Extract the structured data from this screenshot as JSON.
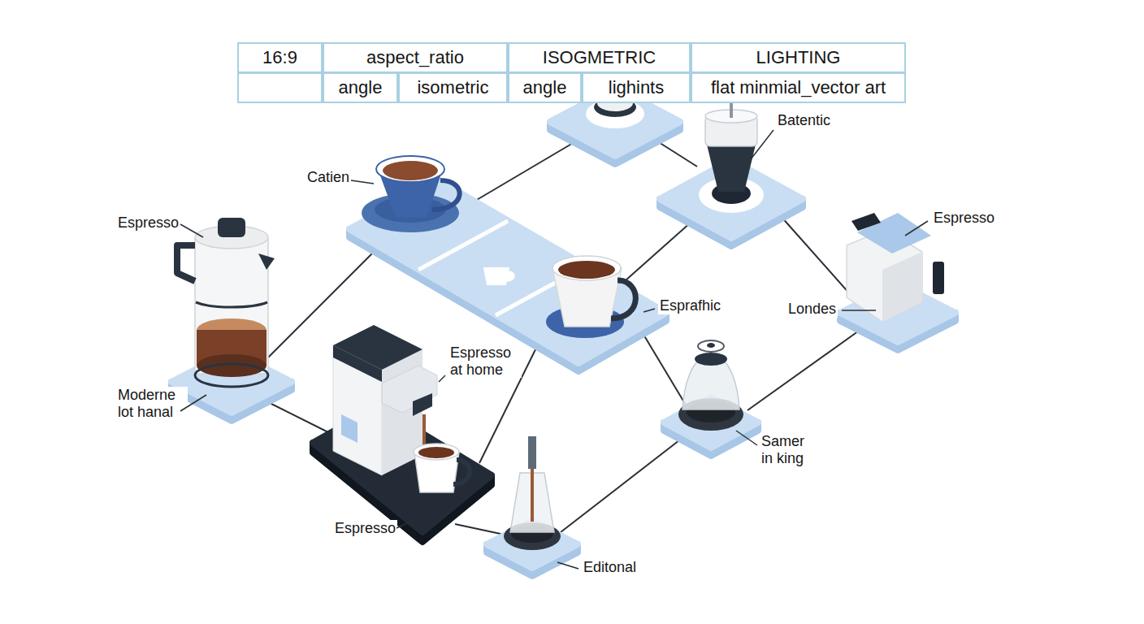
{
  "diagram": {
    "nodes": [
      {
        "text": [
          "Batentic"
        ]
      },
      {
        "text": [
          "Catien",
          "Esprafhic"
        ]
      },
      {
        "text": [
          "Espresso",
          "Londes"
        ]
      },
      {
        "text": [
          "Espresso",
          "Moderne lot hanal"
        ]
      },
      {
        "text": [
          "Samer in king"
        ]
      },
      {
        "text": [
          "Espresso at home",
          "Espresso"
        ]
      },
      {
        "text": [
          "Editonal"
        ]
      }
    ],
    "edges": [
      {
        "from": 3,
        "to": 1,
        "arrow": "none"
      },
      {
        "from": 1,
        "to": 0,
        "arrow": "none"
      },
      {
        "from": 0,
        "to": 2,
        "arrow": "none"
      },
      {
        "from": 3,
        "to": 5,
        "arrow": "none"
      },
      {
        "from": 5,
        "to": 1,
        "arrow": "none"
      },
      {
        "from": 1,
        "to": 4,
        "arrow": "none"
      },
      {
        "from": 2,
        "to": 4,
        "arrow": "none"
      },
      {
        "from": 5,
        "to": 6,
        "arrow": "none"
      },
      {
        "from": 6,
        "to": 4,
        "arrow": "none"
      }
    ],
    "labels": [
      "16:9",
      "aspect_ratio",
      "ISOGMETRIC",
      "LIGHTING",
      "angle",
      "isometric",
      "angle",
      "lighints",
      "flat minmial_vector art"
    ]
  }
}
